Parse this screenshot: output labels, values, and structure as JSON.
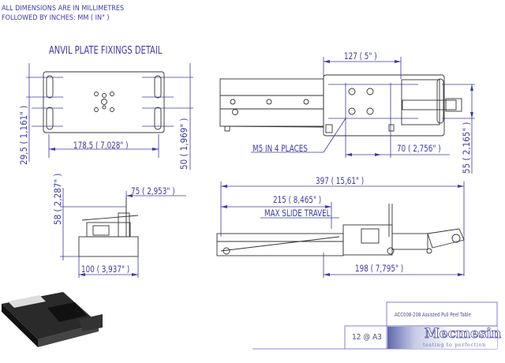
{
  "notes": {
    "line1": "ALL DIMENSIONS ARE IN MILLIMETRES",
    "line2": "FOLLOWED BY INCHES:    MM ( IN\" )"
  },
  "views": {
    "anvil_title": "ANVIL PLATE FIXINGS DETAIL",
    "dims": {
      "anvil_width": "178,5 ( 7,028\" )",
      "anvil_slot_pitch": "29,5 ( 1,161\" )",
      "anvil_height": "50 ( 1,969\" )",
      "plate_width": "127 ( 5\" )",
      "hole_pitch": "70 ( 2,756\" )",
      "height_total": "55 ( 2,165\" )",
      "overall_length": "397 ( 15,61\" )",
      "slide_travel": "215 ( 8,465\" )",
      "side_height": "58 ( 2,287\" )",
      "side_offset": "75 ( 2,953\" )",
      "base_width": "100 ( 3,937\" )",
      "carriage_length": "198 ( 7,795\" )"
    },
    "callouts": {
      "m5": "M5  IN 4 PLACES",
      "max_slide": "MAX SLIDE TRAVEL"
    }
  },
  "title_block": {
    "title": "ACC008-208 Assisted Pull Peel Table",
    "scale": "12 @ A3",
    "company": "Mecmesin",
    "tagline": "testing to perfection"
  },
  "colors": {
    "dimension": "#3b3ba6",
    "outline": "#333333"
  }
}
